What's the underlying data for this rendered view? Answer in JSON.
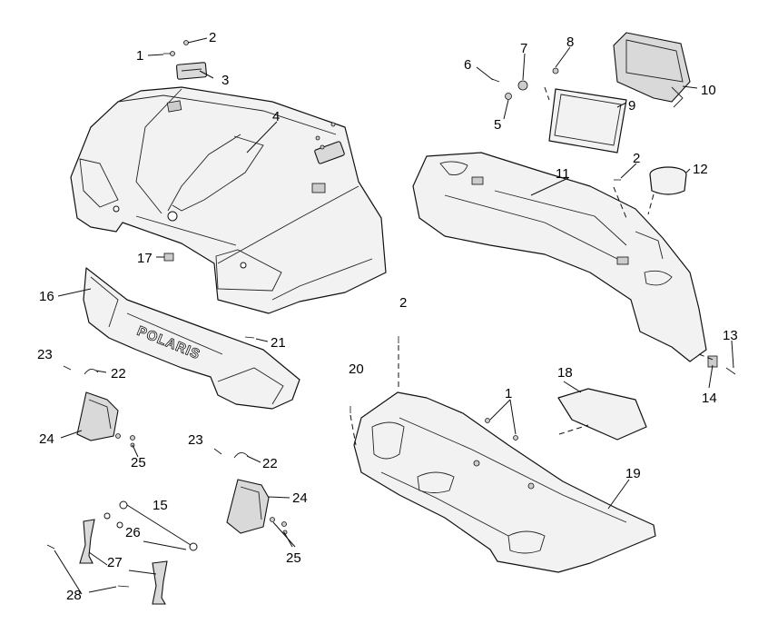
{
  "diagram": {
    "logo_text": "POLARIS",
    "callouts": [
      {
        "id": "c1a",
        "text": "1"
      },
      {
        "id": "c2a",
        "text": "2"
      },
      {
        "id": "c3",
        "text": "3"
      },
      {
        "id": "c4",
        "text": "4"
      },
      {
        "id": "c5",
        "text": "5"
      },
      {
        "id": "c6",
        "text": "6"
      },
      {
        "id": "c7",
        "text": "7"
      },
      {
        "id": "c8",
        "text": "8"
      },
      {
        "id": "c9",
        "text": "9"
      },
      {
        "id": "c10",
        "text": "10"
      },
      {
        "id": "c2b",
        "text": "2"
      },
      {
        "id": "c11",
        "text": "11"
      },
      {
        "id": "c12",
        "text": "12"
      },
      {
        "id": "c13",
        "text": "13"
      },
      {
        "id": "c14",
        "text": "14"
      },
      {
        "id": "c16",
        "text": "16"
      },
      {
        "id": "c17",
        "text": "17"
      },
      {
        "id": "c21",
        "text": "21"
      },
      {
        "id": "c23a",
        "text": "23"
      },
      {
        "id": "c22a",
        "text": "22"
      },
      {
        "id": "c24a",
        "text": "24"
      },
      {
        "id": "c25a",
        "text": "25"
      },
      {
        "id": "c2c",
        "text": "2"
      },
      {
        "id": "c20",
        "text": "20"
      },
      {
        "id": "c18",
        "text": "18"
      },
      {
        "id": "c1b",
        "text": "1"
      },
      {
        "id": "c19",
        "text": "19"
      },
      {
        "id": "c23b",
        "text": "23"
      },
      {
        "id": "c22b",
        "text": "22"
      },
      {
        "id": "c24b",
        "text": "24"
      },
      {
        "id": "c25b",
        "text": "25"
      },
      {
        "id": "c15",
        "text": "15"
      },
      {
        "id": "c26",
        "text": "26"
      },
      {
        "id": "c27",
        "text": "27"
      },
      {
        "id": "c28",
        "text": "28"
      }
    ]
  }
}
